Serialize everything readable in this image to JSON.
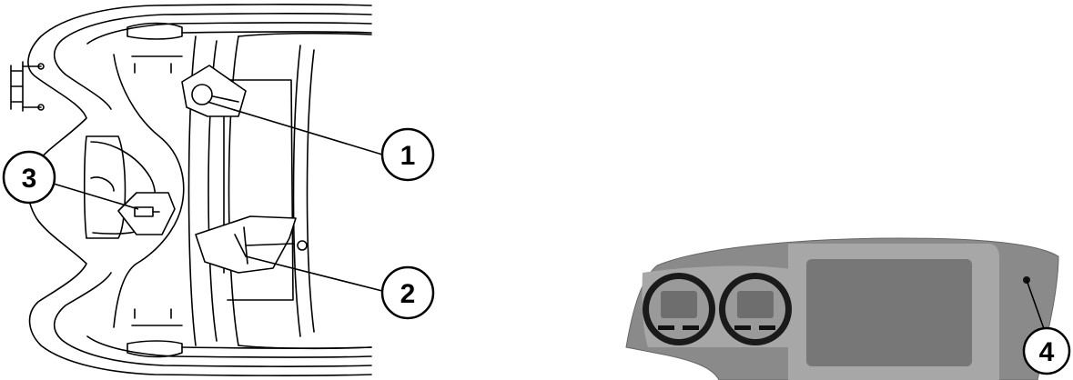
{
  "callouts": [
    {
      "id": "1",
      "label": "1"
    },
    {
      "id": "2",
      "label": "2"
    },
    {
      "id": "3",
      "label": "3"
    },
    {
      "id": "4",
      "label": "4"
    }
  ],
  "colors": {
    "line": "#000000",
    "paper": "#ffffff",
    "dash_body": "#8a8a8a",
    "dash_panel": "#a7a7a7",
    "screen": "#777777",
    "gauge_ring": "#1a1a1a",
    "gauge_face": "#9a9a9a",
    "gauge_window": "#6e6e6e"
  },
  "icons": [
    "boat-hull-drawing",
    "dashboard-drawing",
    "callout-circle",
    "leader-line"
  ]
}
